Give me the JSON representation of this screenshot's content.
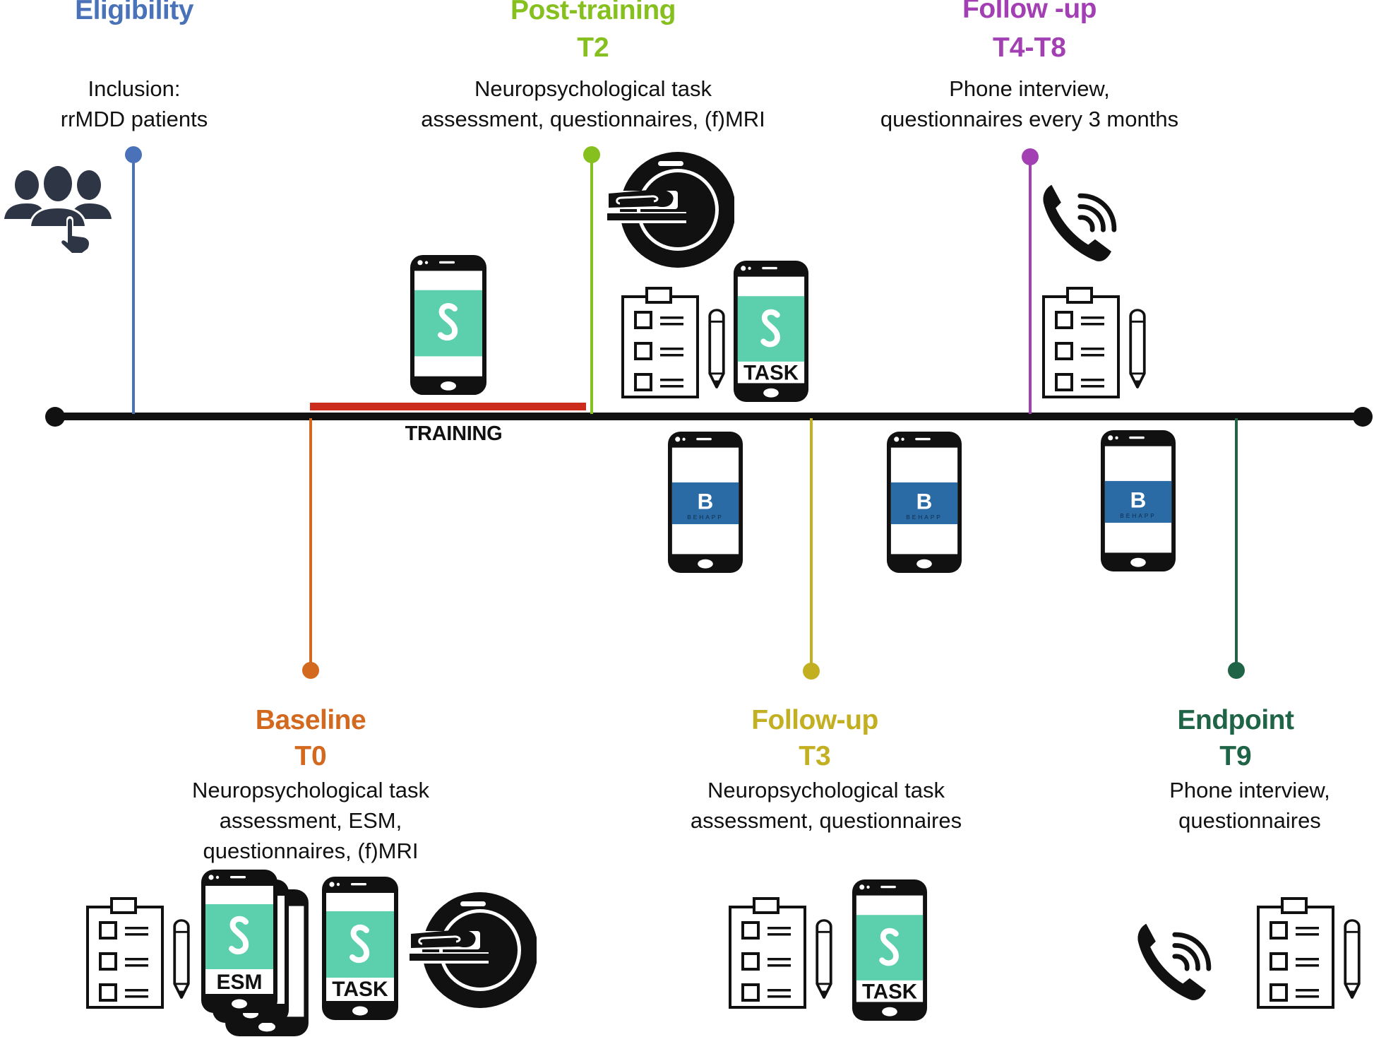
{
  "diagram": {
    "type": "study-timeline",
    "colors": {
      "eligibility": "#4a72b8",
      "baseline": "#d2691e",
      "post_training": "#86c01e",
      "follow_up_t3": "#c3b022",
      "follow_up_t4_t8": "#a23fb2",
      "endpoint": "#1f6446",
      "training_bar": "#cc2c1c",
      "app_teal": "#5ccfad",
      "app_blue": "#2a6aa5",
      "icon_dark": "#111111",
      "people_icon": "#2e3544"
    },
    "milestones": [
      {
        "id": "eligibility",
        "title": "Eligibility",
        "code": "",
        "desc_lines": [
          "Inclusion:",
          "rrMDD patients"
        ],
        "side": "top"
      },
      {
        "id": "baseline",
        "title": "Baseline",
        "code": "T0",
        "desc_lines": [
          "Neuropsychological task",
          "assessment, ESM,",
          "questionnaires, (f)MRI"
        ],
        "side": "bottom"
      },
      {
        "id": "post_training",
        "title": "Post-training",
        "code": "T2",
        "desc_lines": [
          "Neuropsychological task",
          "assessment, questionnaires, (f)MRI"
        ],
        "side": "top"
      },
      {
        "id": "follow_up_t3",
        "title": "Follow-up",
        "code": "T3",
        "desc_lines": [
          "Neuropsychological task",
          "assessment, questionnaires"
        ],
        "side": "bottom"
      },
      {
        "id": "follow_up_t4_t8",
        "title": "Follow -up",
        "code": "T4-T8",
        "desc_lines": [
          "Phone interview,",
          "questionnaires every 3 months"
        ],
        "side": "top"
      },
      {
        "id": "endpoint",
        "title": "Endpoint",
        "code": "T9",
        "desc_lines": [
          "Phone interview,",
          "questionnaires"
        ],
        "side": "bottom"
      }
    ],
    "training": {
      "label": "TRAINING"
    },
    "app_labels": {
      "esm": "ESM",
      "task": "TASK",
      "behapp_letter": "B",
      "behapp_name": "BEHAPP"
    }
  }
}
